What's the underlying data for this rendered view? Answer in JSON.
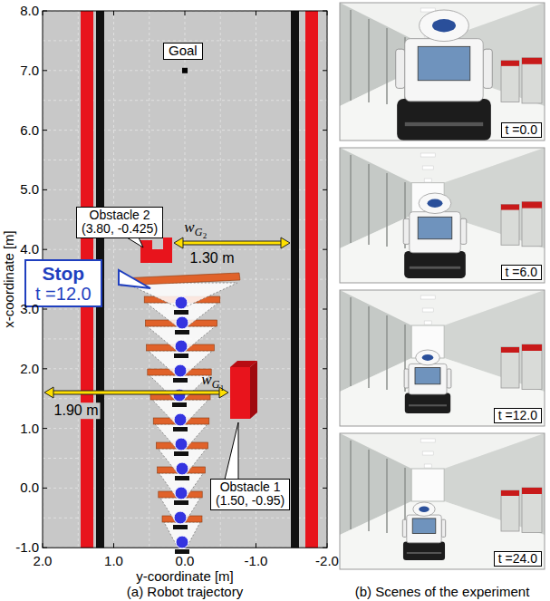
{
  "diagram": {
    "nodes": [
      {
        "text": [
          "Goal"
        ]
      },
      {
        "text": [
          "Obstacle 2",
          "(3.80, -0.425)"
        ]
      },
      {
        "text": [
          "Stop",
          "t =12.0"
        ]
      },
      {
        "text": [
          "Obstacle 1",
          "(1.50, -0.95)"
        ]
      },
      {
        "text": [
          "t =0.0"
        ]
      },
      {
        "text": [
          "t =6.0"
        ]
      },
      {
        "text": [
          "t =12.0"
        ]
      },
      {
        "text": [
          "t =24.0"
        ]
      }
    ],
    "labels": [
      "8.0",
      "7.0",
      "6.0",
      "5.0",
      "4.0",
      "3.0",
      "2.0",
      "1.0",
      "0.0",
      "-1.0",
      "x-coordinate [m]",
      "2.0",
      "1.0",
      "0.0",
      "-1.0",
      "-2.0",
      "y-coordinate [m]",
      "w",
      "G",
      "2",
      "1.30 m",
      "w",
      "G",
      "1",
      "1.90 m",
      "(a) Robot trajectory",
      "(b) Scenes of the experiment"
    ]
  }
}
